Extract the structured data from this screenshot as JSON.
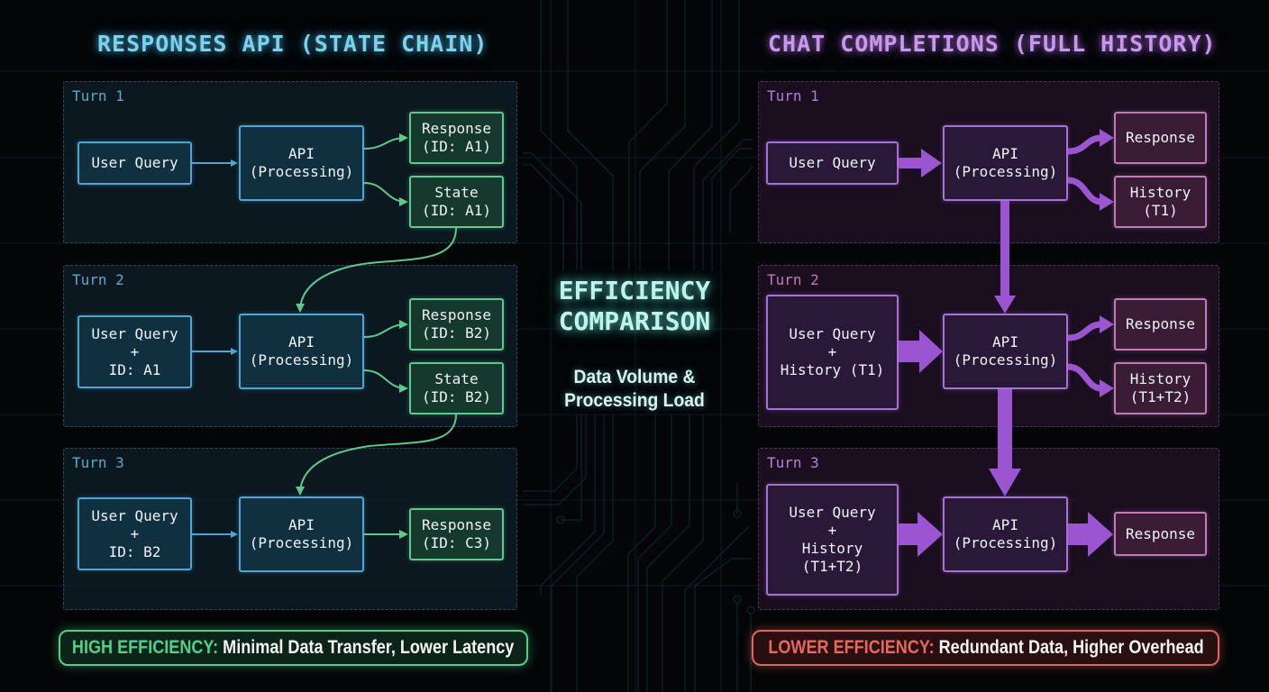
{
  "left_panel": {
    "title": "RESPONSES API (STATE CHAIN)",
    "turns": [
      {
        "label": "Turn 1",
        "input": "User Query",
        "api": "API\n(Processing)",
        "outputs": [
          "Response\n(ID: A1)",
          "State\n(ID: A1)"
        ]
      },
      {
        "label": "Turn 2",
        "input": "User Query\n+\nID: A1",
        "api": "API\n(Processing)",
        "outputs": [
          "Response\n(ID: B2)",
          "State\n(ID: B2)"
        ]
      },
      {
        "label": "Turn 3",
        "input": "User Query\n+\nID: B2",
        "api": "API\n(Processing)",
        "outputs": [
          "Response\n(ID: C3)"
        ]
      }
    ],
    "banner": {
      "highlight": "HIGH EFFICIENCY:",
      "text": " Minimal Data Transfer, Lower Latency"
    }
  },
  "center": {
    "title": "EFFICIENCY\nCOMPARISON",
    "subtitle": "Data Volume &\nProcessing Load"
  },
  "right_panel": {
    "title": "CHAT COMPLETIONS (FULL HISTORY)",
    "turns": [
      {
        "label": "Turn 1",
        "input": "User Query",
        "api": "API\n(Processing)",
        "outputs": [
          "Response",
          "History\n(T1)"
        ]
      },
      {
        "label": "Turn 2",
        "input": "User Query\n+\nHistory (T1)",
        "api": "API\n(Processing)",
        "outputs": [
          "Response",
          "History\n(T1+T2)"
        ]
      },
      {
        "label": "Turn 3",
        "input": "User Query\n+\nHistory\n(T1+T2)",
        "api": "API\n(Processing)",
        "outputs": [
          "Response"
        ]
      }
    ],
    "banner": {
      "highlight": "LOWER EFFICIENCY:",
      "text": " Redundant Data, Higher Overhead"
    }
  },
  "colors": {
    "left_accent": "#4ea6d3",
    "left_output": "#5cc98e",
    "right_accent": "#a772d6",
    "right_output": "#c07ab6",
    "good": "#4fd08a",
    "bad": "#e0645f",
    "center_glow": "#8ff0e6"
  }
}
